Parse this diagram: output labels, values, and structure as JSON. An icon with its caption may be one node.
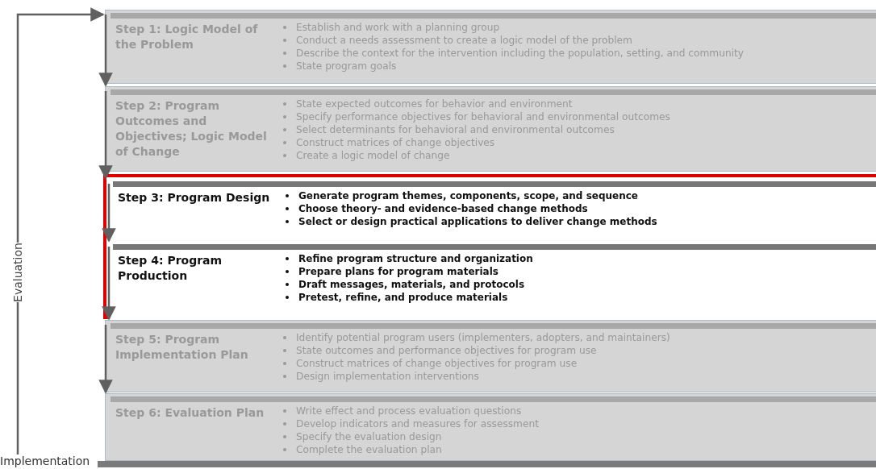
{
  "diagram": {
    "nodes": [
      {
        "text": [
          "Step 1: Logic Model of the Problem",
          "Establish and work with a planning group",
          "Conduct a needs assessment to create a logic model of the problem",
          "Describe the context for the intervention including the population, setting, and community",
          "State program goals"
        ]
      },
      {
        "text": [
          "Step 2: Program Outcomes and Objectives; Logic Model of Change",
          "State expected outcomes for behavior and environment",
          "Specify performance objectives for behavioral and environmental outcomes",
          "Select determinants for behavioral and environmental outcomes",
          "Construct matrices of change objectives",
          "Create a logic model of change"
        ]
      },
      {
        "text": [],
        "shape": "box"
      },
      {
        "text": [
          "Step 3: Program Design",
          "Generate program themes, components, scope, and sequence",
          "Choose theory- and evidence-based change methods",
          "Select or design practical applications to deliver change methods"
        ],
        "in": 2
      },
      {
        "text": [
          "Step 4: Program Production",
          "Refine program structure and organization",
          "Prepare plans for program materials",
          "Draft messages, materials, and protocols",
          "Pretest, refine, and produce materials"
        ],
        "in": 2
      },
      {
        "text": [
          "Step 5: Program Implementation Plan",
          "Identify potential program users (implementers, adopters, and maintainers)",
          "State outcomes and performance objectives for program use",
          "Construct matrices of change objectives for program use",
          "Design implementation interventions"
        ]
      },
      {
        "text": [
          "Step 6: Evaluation Plan",
          "Write effect and process evaluation questions",
          "Develop indicators and measures for assessment",
          "Specify the evaluation design",
          "Complete the evaluation plan"
        ]
      },
      {
        "text": [
          "Implementation"
        ]
      }
    ],
    "edges": [
      {
        "from": 7,
        "to": 0,
        "arrow": "to",
        "label": "Evaluation"
      },
      {
        "from": 0,
        "to": 1,
        "arrow": "to"
      },
      {
        "from": 1,
        "to": 3,
        "arrow": "to"
      },
      {
        "from": 3,
        "to": 4,
        "arrow": "to"
      },
      {
        "from": 4,
        "to": 5,
        "arrow": "to"
      },
      {
        "from": 5,
        "to": 6,
        "arrow": "to"
      }
    ]
  }
}
